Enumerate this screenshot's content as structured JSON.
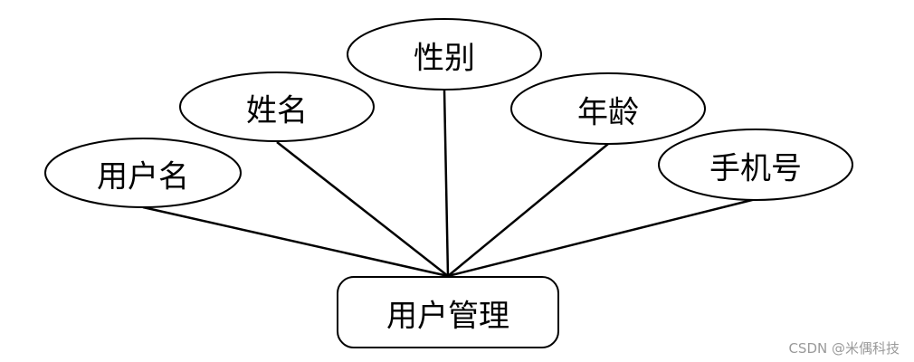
{
  "diagram": {
    "entity": "用户管理",
    "attributes": [
      "用户名",
      "姓名",
      "性别",
      "年龄",
      "手机号"
    ]
  },
  "watermark": "CSDN @米偶科技"
}
